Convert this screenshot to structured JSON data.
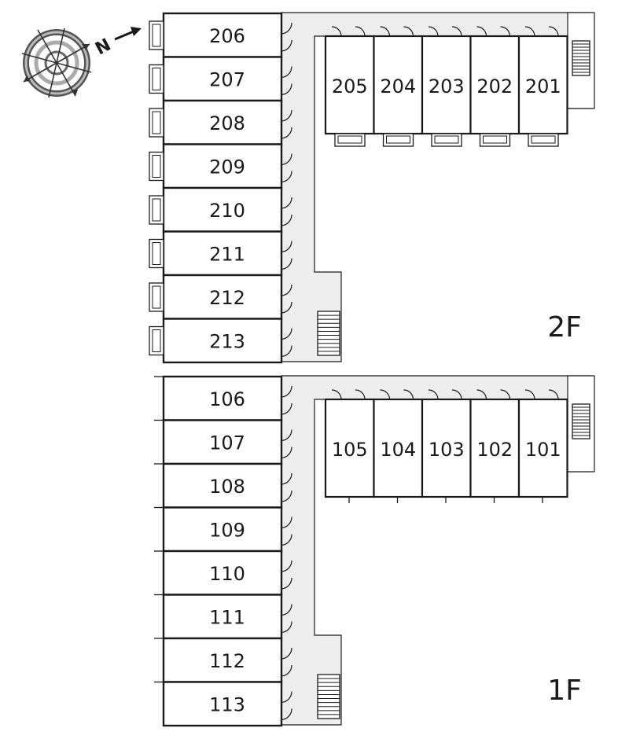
{
  "floors": [
    {
      "label": "2F",
      "column_rooms": [
        "206",
        "207",
        "208",
        "209",
        "210",
        "211",
        "212",
        "213"
      ],
      "row_rooms": [
        "205",
        "204",
        "203",
        "202",
        "201"
      ]
    },
    {
      "label": "1F",
      "column_rooms": [
        "106",
        "107",
        "108",
        "109",
        "110",
        "111",
        "112",
        "113"
      ],
      "row_rooms": [
        "105",
        "104",
        "103",
        "102",
        "101"
      ]
    }
  ],
  "compass": {
    "north_label": "N",
    "icon": "compass-rose-icon"
  },
  "colors": {
    "line": "#1a1a1a",
    "corridor": "#eeeeee",
    "compass_ring": "#999999"
  }
}
